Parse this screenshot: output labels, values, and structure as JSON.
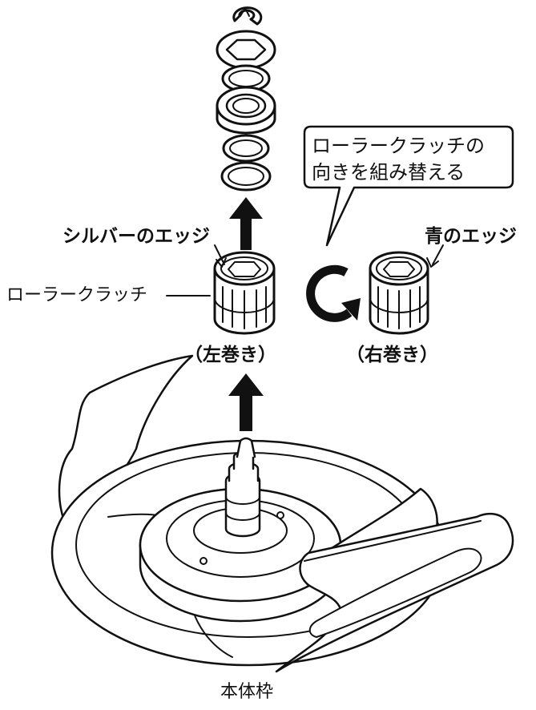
{
  "labels": {
    "callout_line1": "ローラークラッチの",
    "callout_line2": "向きを組み替える",
    "silver_edge": "シルバーのエッジ",
    "blue_edge": "青のエッジ",
    "roller_clutch": "ローラークラッチ",
    "left_wind": "（左巻き）",
    "right_wind": "（右巻き）",
    "body_frame": "本体枠"
  },
  "parts": {
    "stack": [
      "e-ring",
      "washer",
      "thin-washer",
      "bearing",
      "thin-washer",
      "thin-washer"
    ],
    "clutch_left_edge_color": "silver",
    "clutch_right_edge_color": "blue"
  },
  "colors": {
    "line": "#111111",
    "fill": "#ffffff"
  }
}
